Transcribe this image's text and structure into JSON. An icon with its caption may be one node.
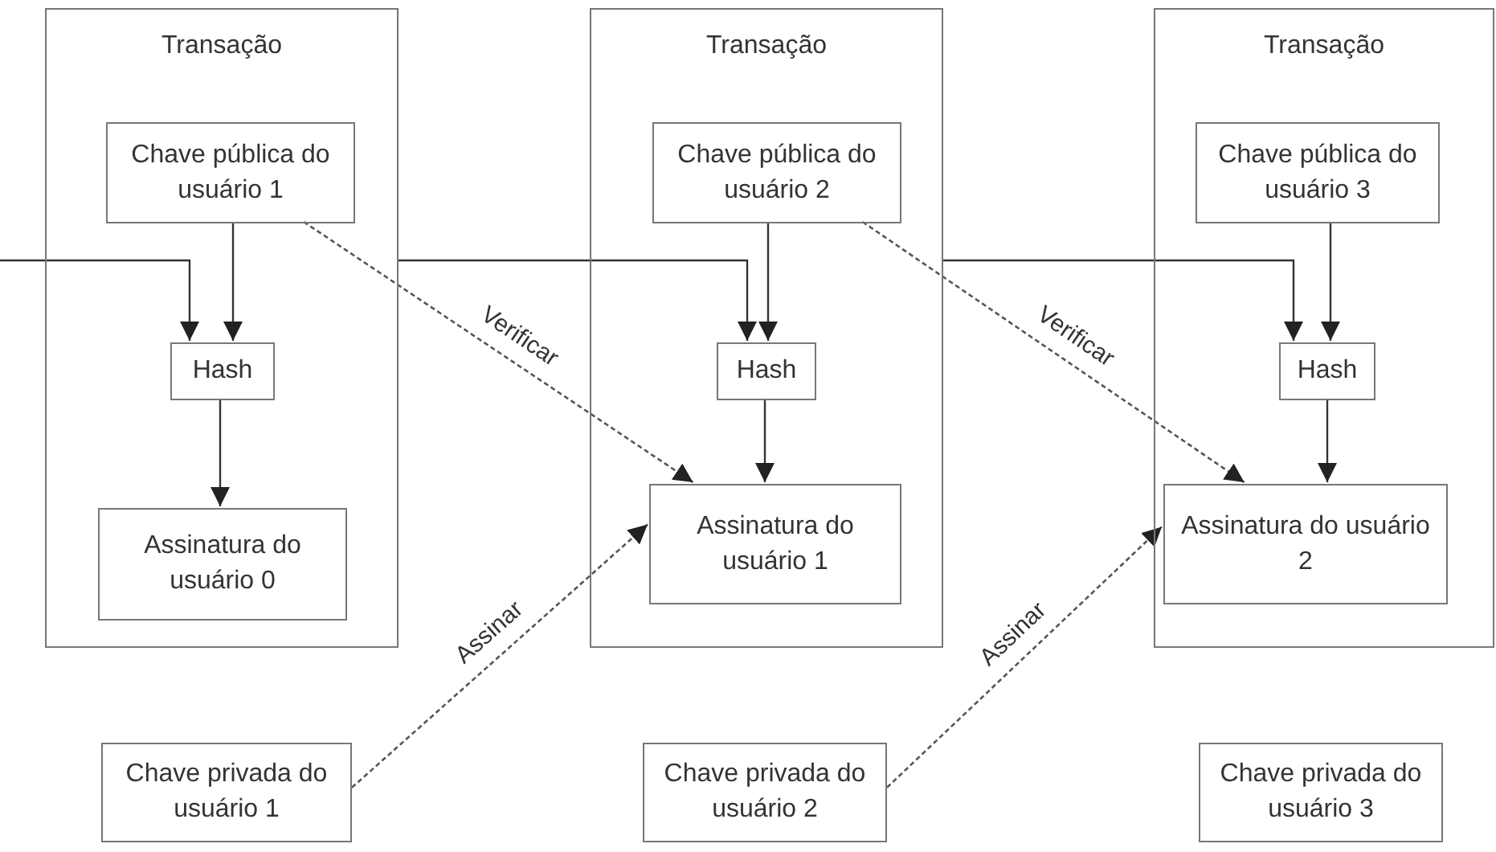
{
  "diagram": {
    "nodes": [
      {
        "text": [
          "Transação"
        ]
      },
      {
        "text": [
          "Chave pública do usuário 1"
        ],
        "in": 0
      },
      {
        "text": [
          "Hash"
        ],
        "in": 0
      },
      {
        "text": [
          "Assinatura do usuário 0"
        ],
        "in": 0
      },
      {
        "text": [
          "Transação"
        ]
      },
      {
        "text": [
          "Chave pública do usuário 2"
        ],
        "in": 4
      },
      {
        "text": [
          "Hash"
        ],
        "in": 4
      },
      {
        "text": [
          "Assinatura do usuário 1"
        ],
        "in": 4
      },
      {
        "text": [
          "Transação"
        ]
      },
      {
        "text": [
          "Chave pública do usuário 3"
        ],
        "in": 8
      },
      {
        "text": [
          "Hash"
        ],
        "in": 8
      },
      {
        "text": [
          "Assinatura do usuário 2"
        ],
        "in": 8
      },
      {
        "text": [
          "Chave privada do usuário 1"
        ]
      },
      {
        "text": [
          "Chave privada do usuário 2"
        ]
      },
      {
        "text": [
          "Chave privada do usuário 3"
        ]
      }
    ],
    "edges": [
      {
        "from": null,
        "to": 2,
        "arrow": "to"
      },
      {
        "from": 1,
        "to": 2,
        "arrow": "to"
      },
      {
        "from": 2,
        "to": 3,
        "arrow": "to"
      },
      {
        "from": 0,
        "to": 6,
        "arrow": "to"
      },
      {
        "from": 1,
        "to": 7,
        "arrow": "to",
        "label": "Verificar",
        "style": "dashed"
      },
      {
        "from": 5,
        "to": 6,
        "arrow": "to"
      },
      {
        "from": 6,
        "to": 7,
        "arrow": "to"
      },
      {
        "from": 12,
        "to": 7,
        "arrow": "to",
        "label": "Assinar",
        "style": "dashed"
      },
      {
        "from": 4,
        "to": 10,
        "arrow": "to"
      },
      {
        "from": 5,
        "to": 11,
        "arrow": "to",
        "label": "Verificar",
        "style": "dashed"
      },
      {
        "from": 9,
        "to": 10,
        "arrow": "to"
      },
      {
        "from": 10,
        "to": 11,
        "arrow": "to"
      },
      {
        "from": 13,
        "to": 11,
        "arrow": "to",
        "label": "Assinar",
        "style": "dashed"
      }
    ]
  }
}
